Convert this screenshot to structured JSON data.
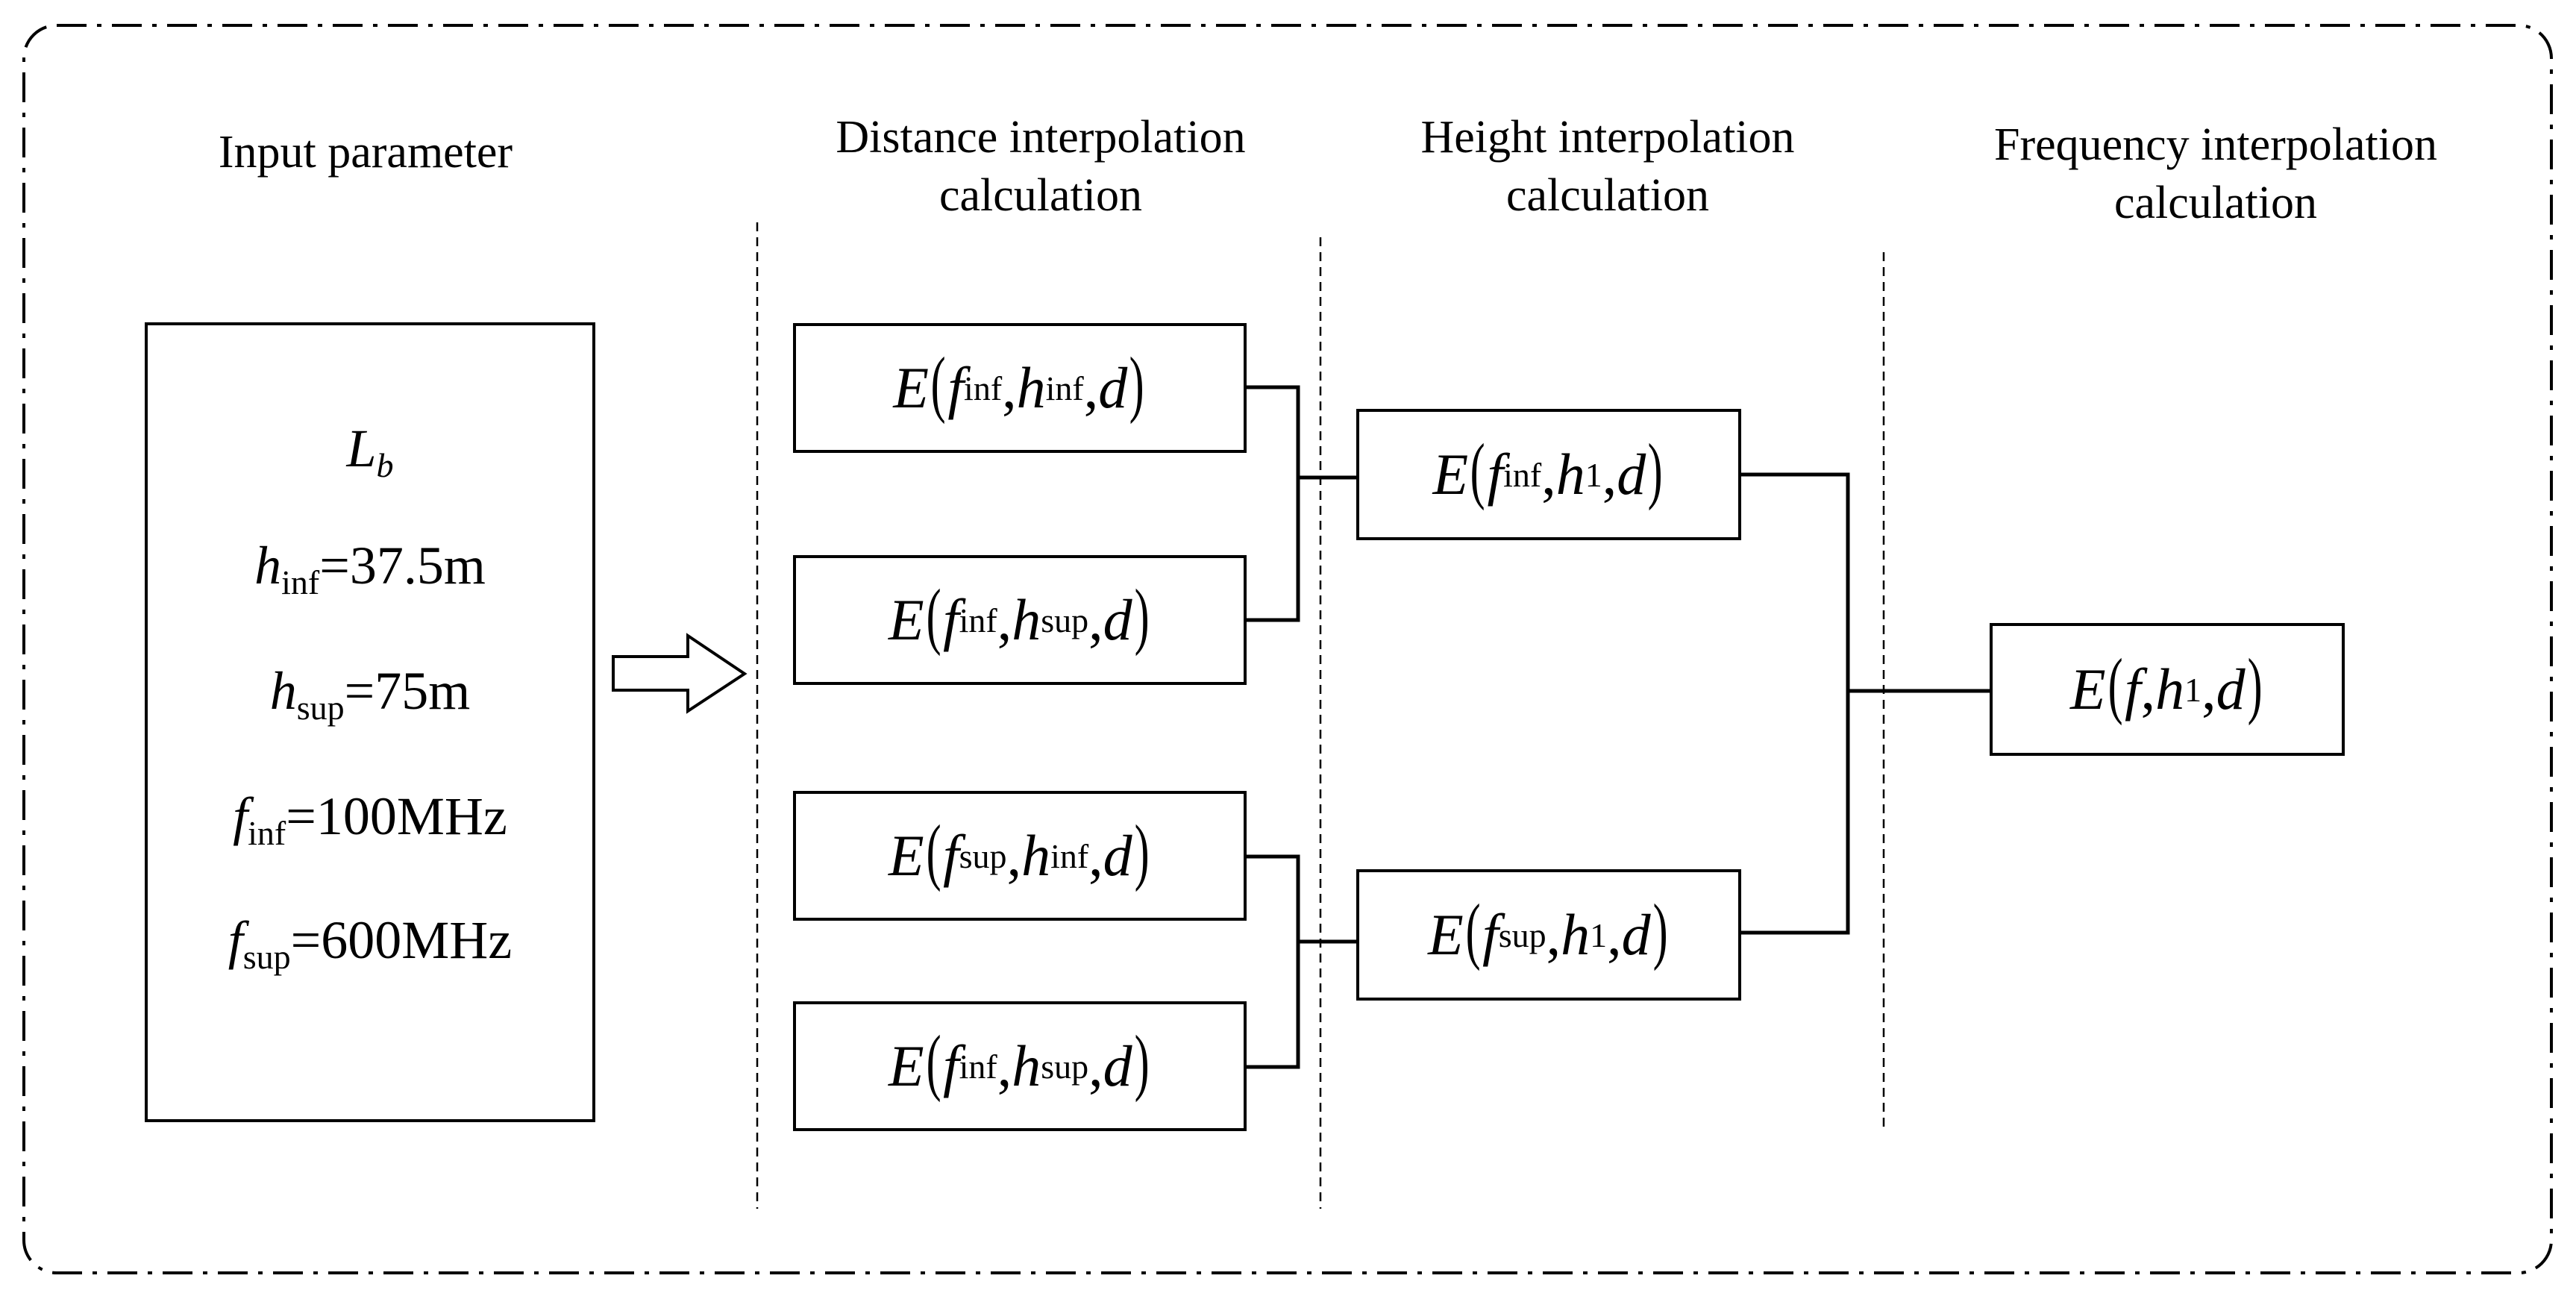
{
  "headers": {
    "input": "Input parameter",
    "distance": [
      "Distance interpolation",
      "calculation"
    ],
    "height": [
      "Height interpolation",
      "calculation"
    ],
    "frequency": [
      "Frequency interpolation",
      "calculation"
    ]
  },
  "inputs": [
    {
      "sym": "L",
      "sub": "b",
      "value": ""
    },
    {
      "sym": "h",
      "sub": "inf",
      "value": "=37.5m"
    },
    {
      "sym": "h",
      "sub": "sup",
      "value": "=75m"
    },
    {
      "sym": "f",
      "sub": "inf",
      "value": "=100MHz"
    },
    {
      "sym": "f",
      "sub": "sup",
      "value": "=600MHz"
    }
  ],
  "distance_boxes": [
    {
      "f": "inf",
      "h": "inf"
    },
    {
      "f": "inf",
      "h": "sup"
    },
    {
      "f": "sup",
      "h": "inf"
    },
    {
      "f": "inf",
      "h": "sup"
    }
  ],
  "height_boxes": [
    {
      "f": "inf",
      "h": "1"
    },
    {
      "f": "sup",
      "h": "1"
    }
  ],
  "frequency_box": {
    "f": "f",
    "h": "1"
  },
  "symbols": {
    "E": "E",
    "f": "f",
    "h": "h",
    "d": "d",
    "comma": ","
  }
}
